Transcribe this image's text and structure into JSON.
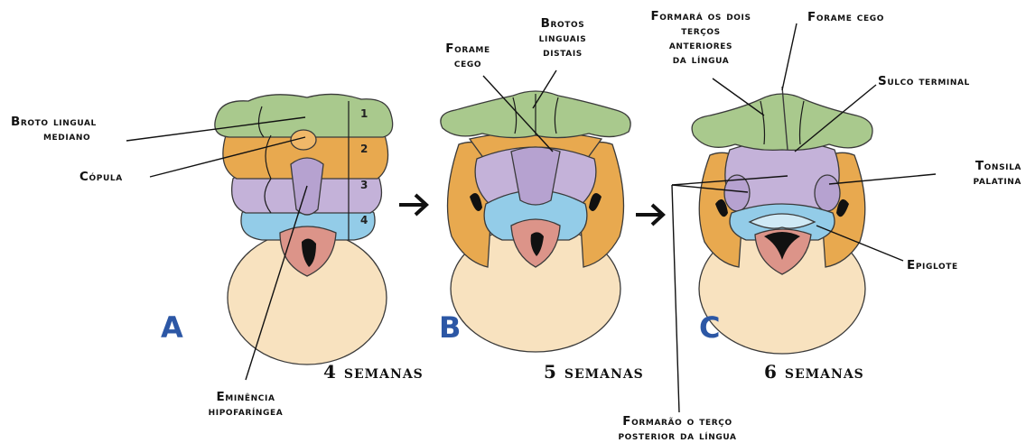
{
  "panels": {
    "a": {
      "letter": "A",
      "weeks": "4 semanas",
      "arch_numbers": [
        "1",
        "2",
        "3",
        "4"
      ]
    },
    "b": {
      "letter": "B",
      "weeks": "5 semanas"
    },
    "c": {
      "letter": "C",
      "weeks": "6 semanas"
    }
  },
  "labels": {
    "broto_lingual_mediano": [
      "Broto lingual",
      "mediano"
    ],
    "copula": [
      "Cópula"
    ],
    "eminencia_hipofaringea": [
      "Eminência",
      "hipofaríngea"
    ],
    "forame_cego_b": [
      "Forame",
      "cego"
    ],
    "brotos_linguais_distais": [
      "Brotos",
      "linguais",
      "distais"
    ],
    "formara_dois_tercos": [
      "Formará os dois",
      "terços",
      "anteriores",
      "da língua"
    ],
    "forame_cego_c": [
      "Forame cego"
    ],
    "sulco_terminal": [
      "Sulco terminal"
    ],
    "tonsila_palatina": [
      "Tonsila",
      "palatina"
    ],
    "epiglote": [
      "Epiglote"
    ],
    "formarao_terco_posterior": [
      "Formarão o terço",
      "posterior da língua"
    ]
  },
  "colors": {
    "arch1": "#a9c98d",
    "arch2": "#e8a94f",
    "arch3": "#c4b2d9",
    "arch4": "#93cce8",
    "base": "#f8e2bf",
    "pharynx": "#dc9489",
    "panel_letter": "#2c57a5"
  }
}
